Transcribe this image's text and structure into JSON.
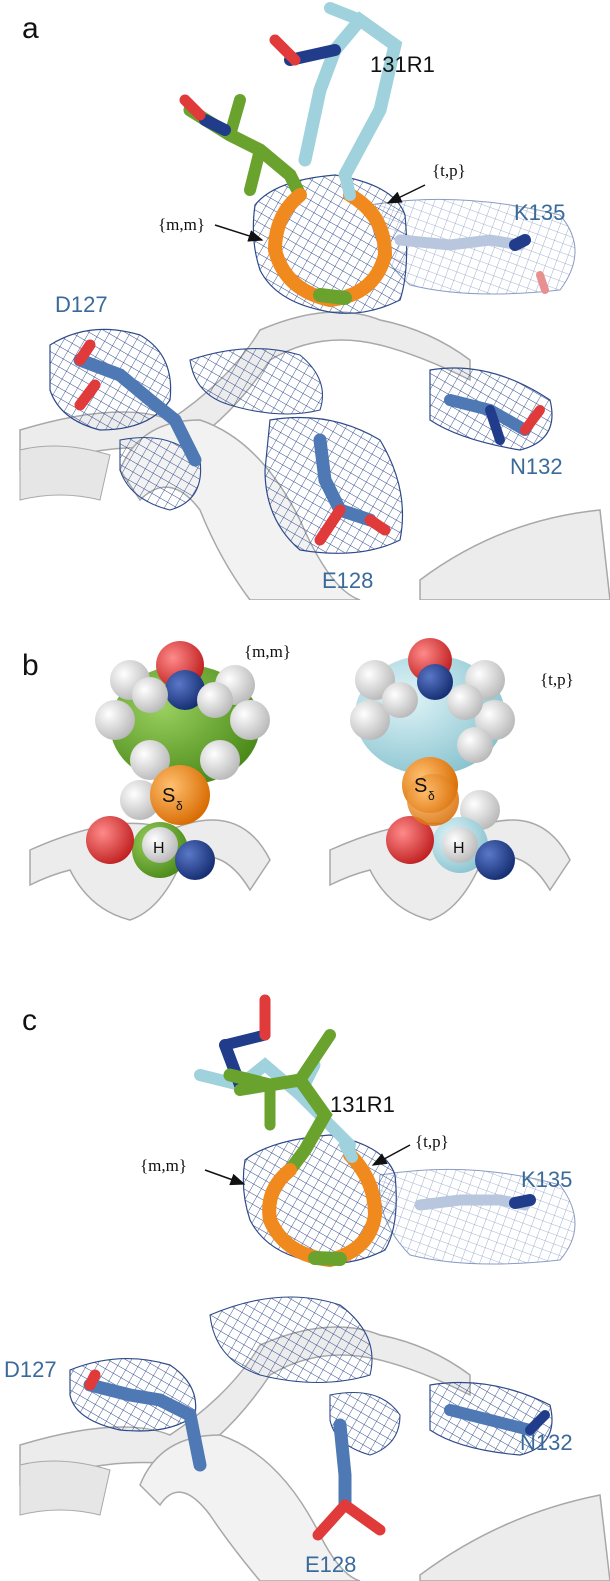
{
  "colors": {
    "mesh": "#2f4a8a",
    "orange": "#f08a1e",
    "green": "#6aa22e",
    "cyan": "#9fd2dc",
    "carbon_blue": "#4f79b4",
    "oxygen": "#e03a3a",
    "nitrogen": "#203c8a",
    "ribbon": "#ececec",
    "ribbon_edge": "#a8a8a8",
    "hydrogen": "#e8e8e8",
    "label_blue": "#3a6a9a"
  },
  "panel_a": {
    "letter": "a",
    "spin_label": "131R1",
    "conformer_mm": "{m,m}",
    "conformer_tp": "{t,p}",
    "residues": {
      "d127": "D127",
      "k135": "K135",
      "n132": "N132",
      "e128": "E128"
    }
  },
  "panel_b": {
    "letter": "b",
    "left": {
      "conformer": "{m,m}",
      "sulfur": "S",
      "sulfur_sub": "δ",
      "hydrogen": "H"
    },
    "right": {
      "conformer": "{t,p}",
      "sulfur": "S",
      "sulfur_sub": "δ",
      "hydrogen": "H"
    }
  },
  "panel_c": {
    "letter": "c",
    "spin_label": "131R1",
    "conformer_mm": "{m,m}",
    "conformer_tp": "{t,p}",
    "residues": {
      "d127": "D127",
      "k135": "K135",
      "n132": "N132",
      "e128": "E128"
    }
  }
}
